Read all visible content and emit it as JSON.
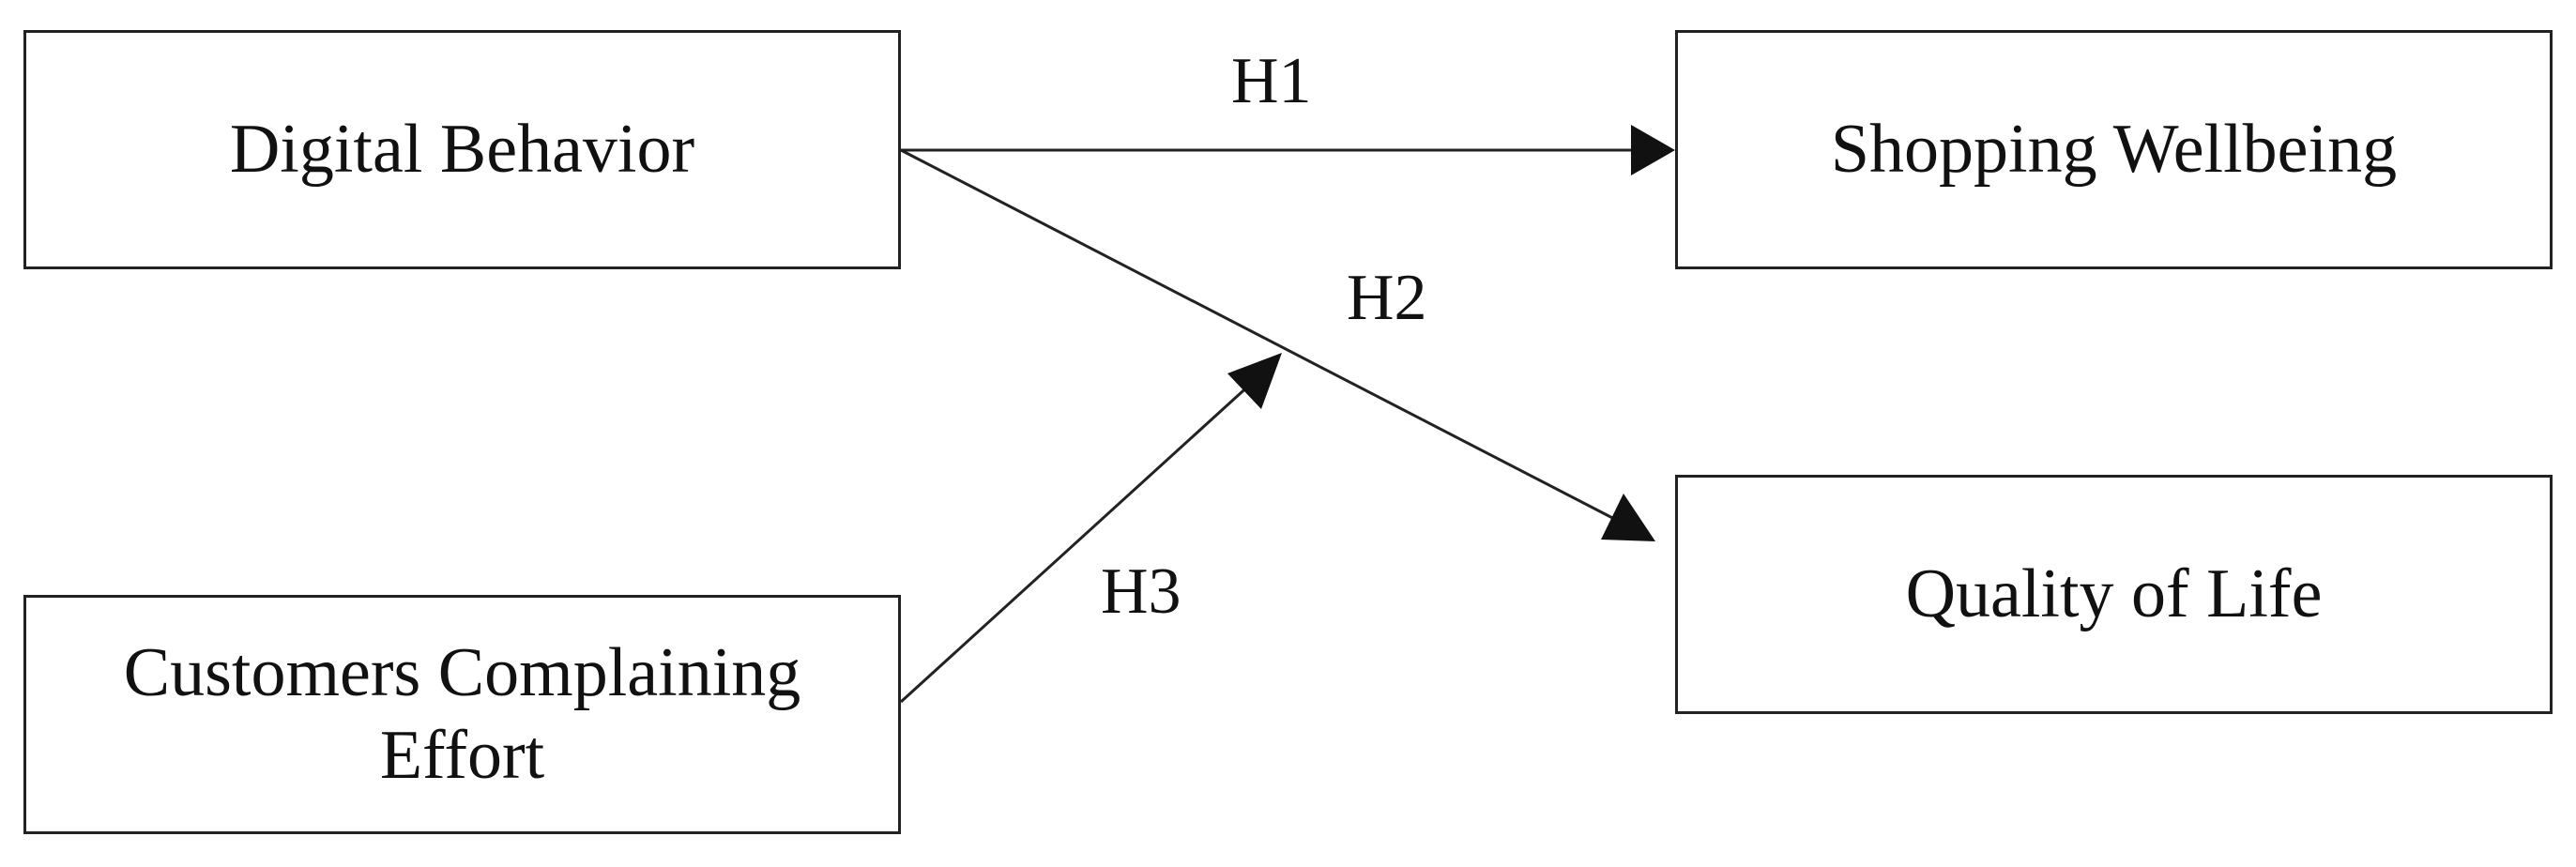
{
  "diagram": {
    "nodes": {
      "digital_behavior": "Digital Behavior",
      "customers_complaining_effort_line1": "Customers Complaining",
      "customers_complaining_effort_line2": "Effort",
      "shopping_wellbeing": "Shopping Wellbeing",
      "quality_of_life": "Quality of Life"
    },
    "hypotheses": {
      "h1": "H1",
      "h2": "H2",
      "h3": "H3"
    },
    "edges": [
      {
        "from": "Digital Behavior",
        "to": "Shopping Wellbeing",
        "label": "H1"
      },
      {
        "from": "Digital Behavior",
        "to": "Quality of Life",
        "label": "H2"
      },
      {
        "from": "Customers Complaining Effort",
        "to": "H2 path (moderation)",
        "label": "H3"
      }
    ],
    "colors": {
      "stroke": "#222222",
      "text": "#111111",
      "background": "#ffffff"
    }
  }
}
